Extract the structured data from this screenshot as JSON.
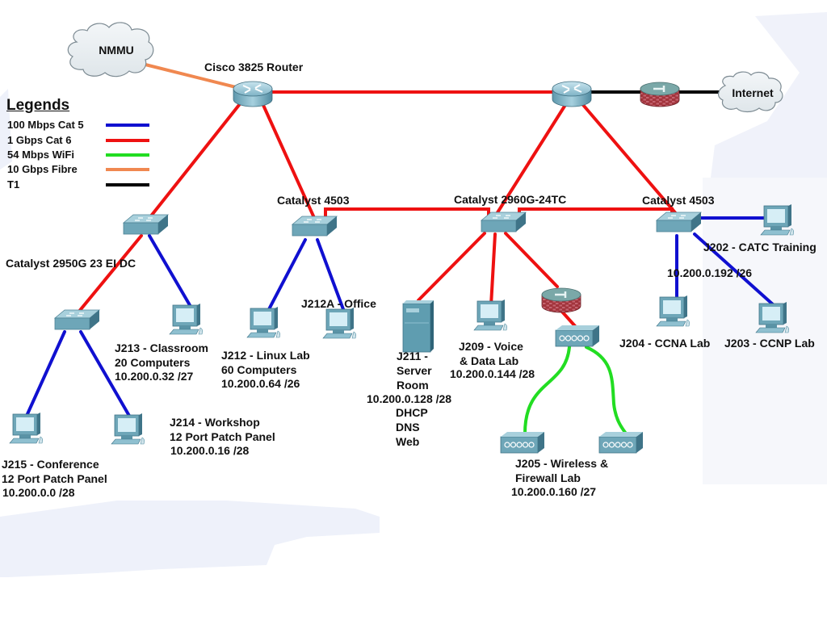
{
  "legend": {
    "title": "Legends",
    "items": [
      {
        "label": "100 Mbps Cat 5",
        "color": "#1010d0"
      },
      {
        "label": "1 Gbps Cat 6",
        "color": "#ee1111"
      },
      {
        "label": "54 Mbps WiFi",
        "color": "#22dd22"
      },
      {
        "label": "10 Gbps Fibre",
        "color": "#f08850"
      },
      {
        "label": "T1",
        "color": "#000000"
      }
    ]
  },
  "clouds": {
    "nmmu": "NMMU",
    "internet": "Internet"
  },
  "devices": {
    "main_router": "Cisco 3825 Router",
    "catalyst_2950": "Catalyst 2950G 23 EI DC",
    "catalyst_4503_left": "Catalyst 4503",
    "catalyst_2960": "Catalyst 2960G-24TC",
    "catalyst_4503_right": "Catalyst 4503"
  },
  "rooms": {
    "j213": [
      "J213 - Classroom",
      "20 Computers",
      "10.200.0.32 /27"
    ],
    "j212": [
      "J212 - Linux Lab",
      "60 Computers",
      "10.200.0.64 /26"
    ],
    "j212a": "J212A - Office",
    "j214": [
      "J214 - Workshop",
      "12 Port Patch Panel",
      "10.200.0.16 /28"
    ],
    "j215": [
      "J215 - Conference",
      "12 Port Patch Panel",
      "10.200.0.0 /28"
    ],
    "j211": [
      "J211 -",
      "Server",
      "Room",
      "10.200.0.128 /28",
      "DHCP",
      "DNS",
      "Web"
    ],
    "j209": [
      "J209 - Voice",
      "& Data Lab",
      "10.200.0.144 /28"
    ],
    "j205": [
      "J205 - Wireless &",
      "Firewall Lab",
      "10.200.0.160 /27"
    ],
    "j202": "J202 - CATC Training",
    "subnet_right": "10.200.0.192 /26",
    "j204": "J204 - CCNA Lab",
    "j203": "J203 - CCNP Lab"
  }
}
